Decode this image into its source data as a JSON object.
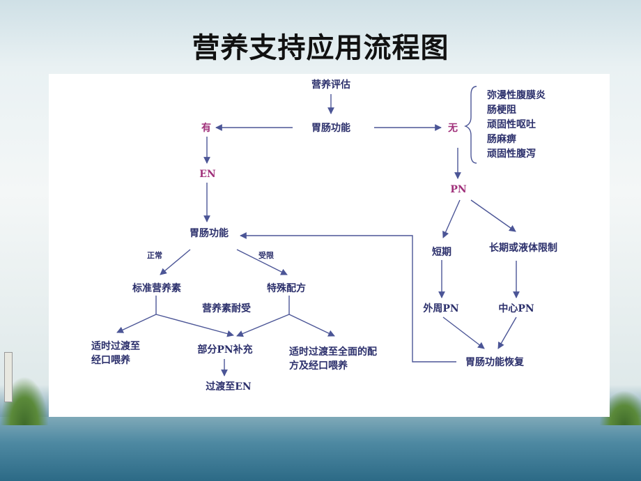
{
  "slide": {
    "title": "营养支持应用流程图"
  },
  "nodes": {
    "assess": "营养评估",
    "gi_function": "胃肠功能",
    "yes": "有",
    "no": "无",
    "en": "EN",
    "pn": "PN",
    "gi_function_2": "胃肠功能",
    "normal": "正常",
    "limited": "受限",
    "standard": "标准营养素",
    "special": "特殊配方",
    "tolerance": "营养素耐受",
    "transition_oral": [
      "适时过渡至",
      "经口喂养"
    ],
    "partial_pn": "部分PN补充",
    "transition_en": "过渡至EN",
    "transition_full": [
      "适时过渡至全面的配",
      "方及经口喂养"
    ],
    "short_term": "短期",
    "long_term": "长期或液体限制",
    "peripheral_pn": "外周PN",
    "central_pn": "中心PN",
    "recovery": "胃肠功能恢复"
  },
  "contraindications": [
    "弥漫性腹膜炎",
    "肠梗阻",
    "顽固性呕吐",
    "肠麻痹",
    "顽固性腹泻"
  ],
  "colors": {
    "node_text": "#2b2f6b",
    "highlight_text": "#a0307a",
    "arrow": "#4b5596"
  }
}
